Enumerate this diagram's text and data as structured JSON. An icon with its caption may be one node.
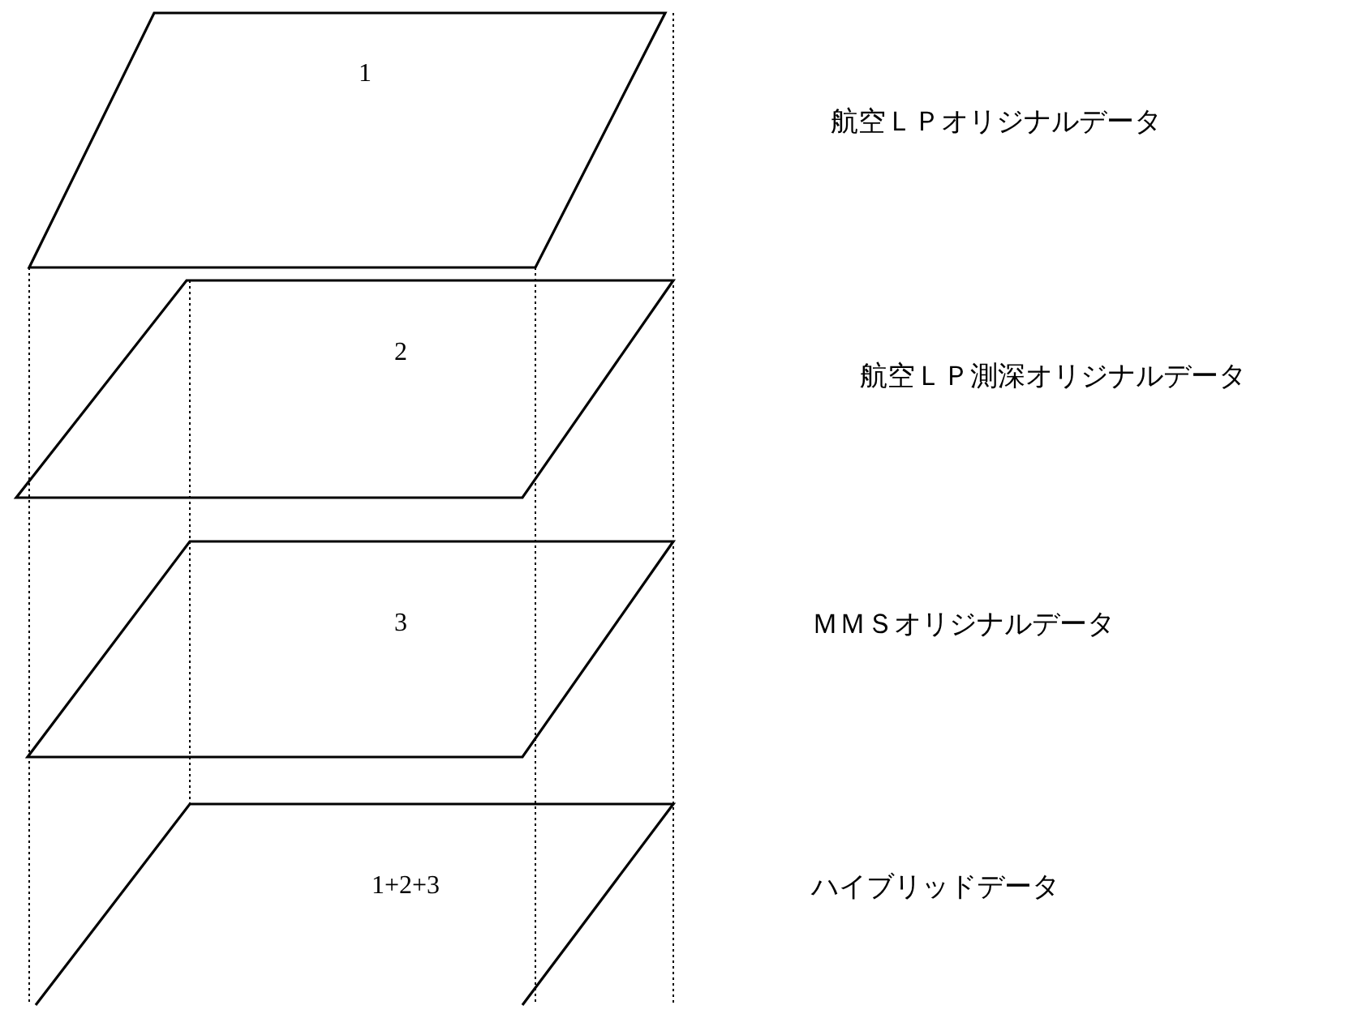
{
  "diagram": {
    "nodes": [
      {
        "text": [
          "1"
        ]
      },
      {
        "text": [
          "2"
        ]
      },
      {
        "text": [
          "3"
        ]
      },
      {
        "text": [
          "1+2+3"
        ]
      }
    ],
    "labels": [
      "航空ＬＰオリジナルデータ",
      "航空ＬＰ測深オリジナルデータ",
      "ＭＭＳオリジナルデータ",
      "ハイブリッドデータ"
    ]
  }
}
